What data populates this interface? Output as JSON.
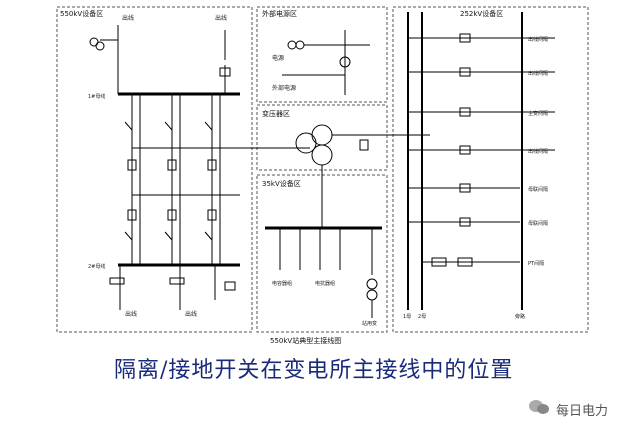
{
  "zones": {
    "z500": "550kV设备区",
    "external": "外部电源区",
    "transformer": "变压器区",
    "z35": "35kV设备区",
    "z252": "252kV设备区"
  },
  "labels": {
    "line_top": "出线",
    "line_top2": "出线",
    "bus1": "1#母线",
    "bus2": "2#母线",
    "bottom1": "出线",
    "bottom2": "出线",
    "ext1": "电源",
    "ext2": "外部电源",
    "cap1": "电容器组",
    "cap2": "电抗器组",
    "station_tr": "站用变",
    "r1": "出线间隔",
    "r2": "出线间隔",
    "r3": "主变间隔",
    "r4": "出线间隔",
    "r5": "母联间隔",
    "r6": "母联间隔",
    "r7": "PT间隔",
    "bus_1b": "1母",
    "bus_2b": "2母",
    "bypass": "旁路"
  },
  "diagram_title": "550kV站典型主接线图",
  "caption": "隔离/接地开关在变电所主接线中的位置",
  "watermark": "每日电力",
  "colors": {
    "line": "#000000",
    "caption": "#1a2a7a",
    "dash": "#555555"
  }
}
